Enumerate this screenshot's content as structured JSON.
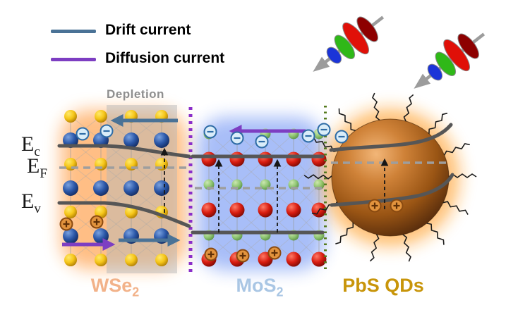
{
  "legend": {
    "drift": {
      "label": "Drift current",
      "color": "#4a7296"
    },
    "diffusion": {
      "label": "Diffusion current",
      "color": "#7d3ec2"
    }
  },
  "depletion": {
    "label": "Depletion",
    "color": "#8f8f8f"
  },
  "energy": {
    "ec": {
      "base": "E",
      "sub": "c"
    },
    "ef": {
      "base": "E",
      "sub": "F"
    },
    "ev": {
      "base": "E",
      "sub": "v"
    }
  },
  "materials": {
    "wse2": {
      "base": "WSe",
      "sub": "2",
      "color": "#f2b289"
    },
    "mos2": {
      "base": "MoS",
      "sub": "2",
      "color": "#a9c6e4"
    },
    "pbs": {
      "label": "PbS QDs",
      "color": "#c8950a"
    }
  },
  "symbols": {
    "electron": {
      "icon": "circled-minus",
      "glyph": "⊖",
      "color": "#2e6ca6"
    },
    "hole": {
      "icon": "circled-plus",
      "glyph": "⊕",
      "color": "#b05a10"
    }
  },
  "colors": {
    "band_curve": "#565656",
    "fermi_dashed": "#9e9e9e",
    "depletion_fill": "#b8b8b8",
    "wse2_glow": "#ff8a20",
    "mos2_glow": "#4070f0",
    "pbs_glow": "#ff9518",
    "wse2_mos2_interface": "#8b2fc9",
    "mos2_pbs_interface": "#557a1e"
  }
}
